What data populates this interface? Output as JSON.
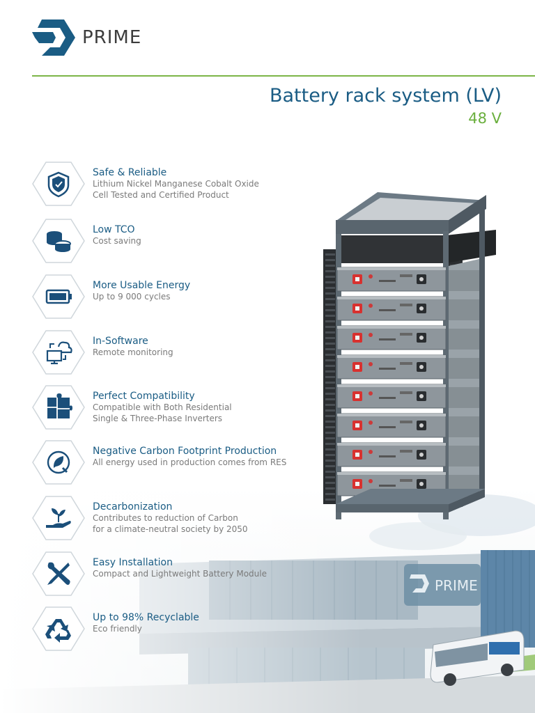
{
  "brand": {
    "name": "PRIME"
  },
  "header": {
    "title": "Battery rack system (LV)",
    "subtitle": "48 V"
  },
  "features": [
    {
      "icon": "shield-check-icon",
      "title": "Safe & Reliable",
      "lines": [
        "Lithium Nickel Manganese Cobalt Oxide",
        "Cell Tested and Certified Product"
      ]
    },
    {
      "icon": "coins-icon",
      "title": "Low TCO",
      "lines": [
        "Cost saving"
      ]
    },
    {
      "icon": "battery-icon",
      "title": "More Usable Energy",
      "lines": [
        "Up to 9 000 cycles"
      ]
    },
    {
      "icon": "cloud-monitor-icon",
      "title": "In-Software",
      "lines": [
        "Remote monitoring"
      ]
    },
    {
      "icon": "puzzle-icon",
      "title": "Perfect Compatibility",
      "lines": [
        "Compatible with Both Residential",
        "Single & Three-Phase Inverters"
      ]
    },
    {
      "icon": "eco-plug-icon",
      "title": "Negative Carbon Footprint Production",
      "lines": [
        "All energy used in production comes from RES"
      ]
    },
    {
      "icon": "hand-plant-icon",
      "title": "Decarbonization",
      "lines": [
        "Contributes to reduction of Carbon",
        "for a climate-neutral society by 2050"
      ]
    },
    {
      "icon": "tools-icon",
      "title": "Easy Installation",
      "lines": [
        "Compact and Lightweight Battery Module"
      ]
    },
    {
      "icon": "recycle-icon",
      "title": "Up to 98% Recyclable",
      "lines": [
        "Eco friendly"
      ]
    }
  ],
  "building": {
    "sign": "PRIME"
  },
  "colors": {
    "accent": "#1a5c84",
    "green": "#6aaf3d",
    "iconBlue": "#1b4f7a"
  }
}
